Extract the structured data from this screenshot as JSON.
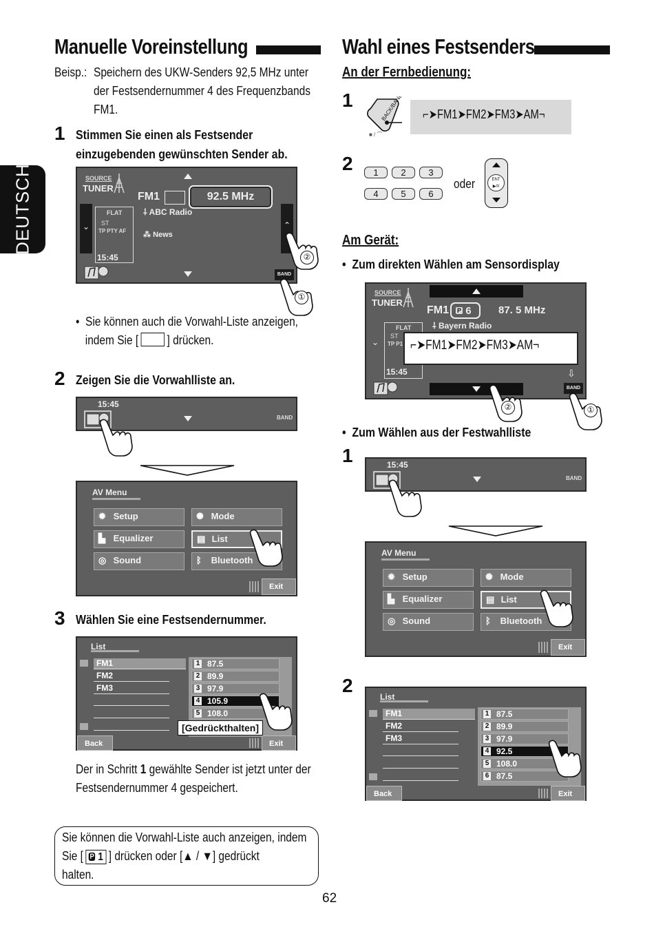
{
  "side_tab": "DEUTSCH",
  "page_number": "62",
  "left": {
    "title": "Manuelle Voreinstellung",
    "example_label": "Beisp.:",
    "example_text_lines": [
      "Speichern des UKW-Senders 92,5 MHz unter",
      "der Festsendernummer 4 des Frequenzbands",
      "FM1."
    ],
    "step1_num": "1",
    "step1_lines": [
      "Stimmen Sie einen als Festsender",
      "einzugebenden gewünschten Sender ab."
    ],
    "screen1": {
      "source": "SOURCE",
      "tuner": "TUNER",
      "band": "FM1",
      "freq": "92.5  MHz",
      "flat": "FLAT",
      "st": "ST",
      "tp_pty_af": "TP  PTY  AF",
      "station": "ABC Radio",
      "pty": "News",
      "clock": "15:45",
      "band_btn": "BAND",
      "callout1": "①",
      "callout2": "②"
    },
    "bullet1_lines": [
      "Sie können auch die Vorwahl-Liste anzeigen,",
      "indem Sie [",
      "] drücken."
    ],
    "step2_num": "2",
    "step2_text": "Zeigen Sie die Vorwahlliste an.",
    "bar_screen": {
      "clock": "15:45",
      "band_btn": "BAND"
    },
    "av_menu": {
      "title": "AV Menu",
      "items": [
        "Setup",
        "Mode",
        "Equalizer",
        "List",
        "Sound",
        "Bluetooth"
      ],
      "exit": "Exit"
    },
    "step3_num": "3",
    "step3_text": "Wählen Sie eine Festsendernummer.",
    "list_screen": {
      "title": "List",
      "bands": [
        "FM1",
        "FM2",
        "FM3"
      ],
      "presets": [
        {
          "n": "1",
          "f": "87.5"
        },
        {
          "n": "2",
          "f": "89.9"
        },
        {
          "n": "3",
          "f": "97.9"
        },
        {
          "n": "4",
          "f": "105.9"
        },
        {
          "n": "5",
          "f": "108.0"
        }
      ],
      "selected_index": 3,
      "hold_label": "[Gedrückthalten]",
      "back": "Back",
      "exit": "Exit"
    },
    "result_lines": [
      "Der in Schritt ",
      "1",
      " gewählte Sender ist jetzt unter der",
      "Festsendernummer 4 gespeichert."
    ],
    "note_lines": [
      "Sie können die Vorwahl-Liste auch anzeigen, indem",
      "Sie [",
      "] drücken oder [▲ / ▼] gedrückt",
      "halten."
    ],
    "note_icon_text": "1"
  },
  "right": {
    "title": "Wahl eines Festsenders",
    "remote_heading": "An der Fernbedienung:",
    "r_step1_num": "1",
    "remote_key_label": "BACK/BAND",
    "band_chain": [
      "FM1",
      "FM2",
      "FM3",
      "AM"
    ],
    "r_step2_num": "2",
    "number_keys": [
      "1",
      "2",
      "3",
      "4",
      "5",
      "6"
    ],
    "oder": "oder",
    "ent_label": "ENT",
    "device_heading": "Am Gerät:",
    "bullet_direct": "Zum direkten Wählen am Sensordisplay",
    "screen2": {
      "source": "SOURCE",
      "tuner": "TUNER",
      "band": "FM1",
      "preset_p": "P",
      "preset_n": "6",
      "freq": "87. 5  MHz",
      "station": "Bayern Radio",
      "flat": "FLAT",
      "st": "ST",
      "tp": "TP  P1",
      "clock": "15:45",
      "band_btn": "BAND",
      "callout1": "①",
      "callout2": "②"
    },
    "bullet_list": "Zum Wählen aus der Festwahlliste",
    "rl_step1_num": "1",
    "bar_screen": {
      "clock": "15:45",
      "band_btn": "BAND"
    },
    "av_menu": {
      "title": "AV Menu",
      "items": [
        "Setup",
        "Mode",
        "Equalizer",
        "List",
        "Sound",
        "Bluetooth"
      ],
      "exit": "Exit"
    },
    "rl_step2_num": "2",
    "list_screen": {
      "title": "List",
      "bands": [
        "FM1",
        "FM2",
        "FM3"
      ],
      "presets": [
        {
          "n": "1",
          "f": "87.5"
        },
        {
          "n": "2",
          "f": "89.9"
        },
        {
          "n": "3",
          "f": "97.9"
        },
        {
          "n": "4",
          "f": "92.5"
        },
        {
          "n": "5",
          "f": "108.0"
        },
        {
          "n": "6",
          "f": "87.5"
        }
      ],
      "selected_index": 3,
      "back": "Back",
      "exit": "Exit"
    }
  }
}
